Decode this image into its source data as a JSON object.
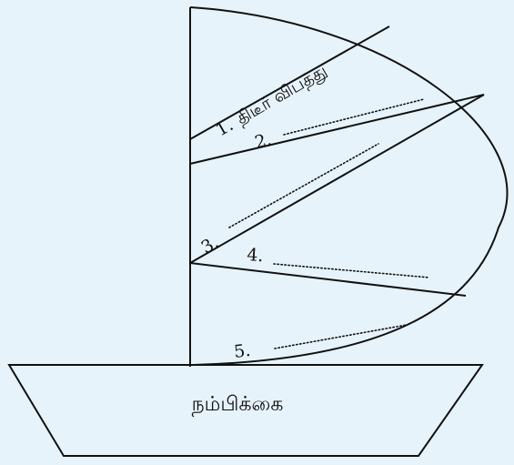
{
  "sail": {
    "sections": [
      {
        "number": "1.",
        "text": "திடீர் விபத்து"
      },
      {
        "number": "2.",
        "text": ""
      },
      {
        "number": "3.",
        "text": ""
      },
      {
        "number": "4.",
        "text": ""
      },
      {
        "number": "5.",
        "text": ""
      }
    ]
  },
  "boat": {
    "label": "நம்பிக்கை"
  },
  "colors": {
    "background": "#e7f3fb",
    "line": "#111111"
  }
}
